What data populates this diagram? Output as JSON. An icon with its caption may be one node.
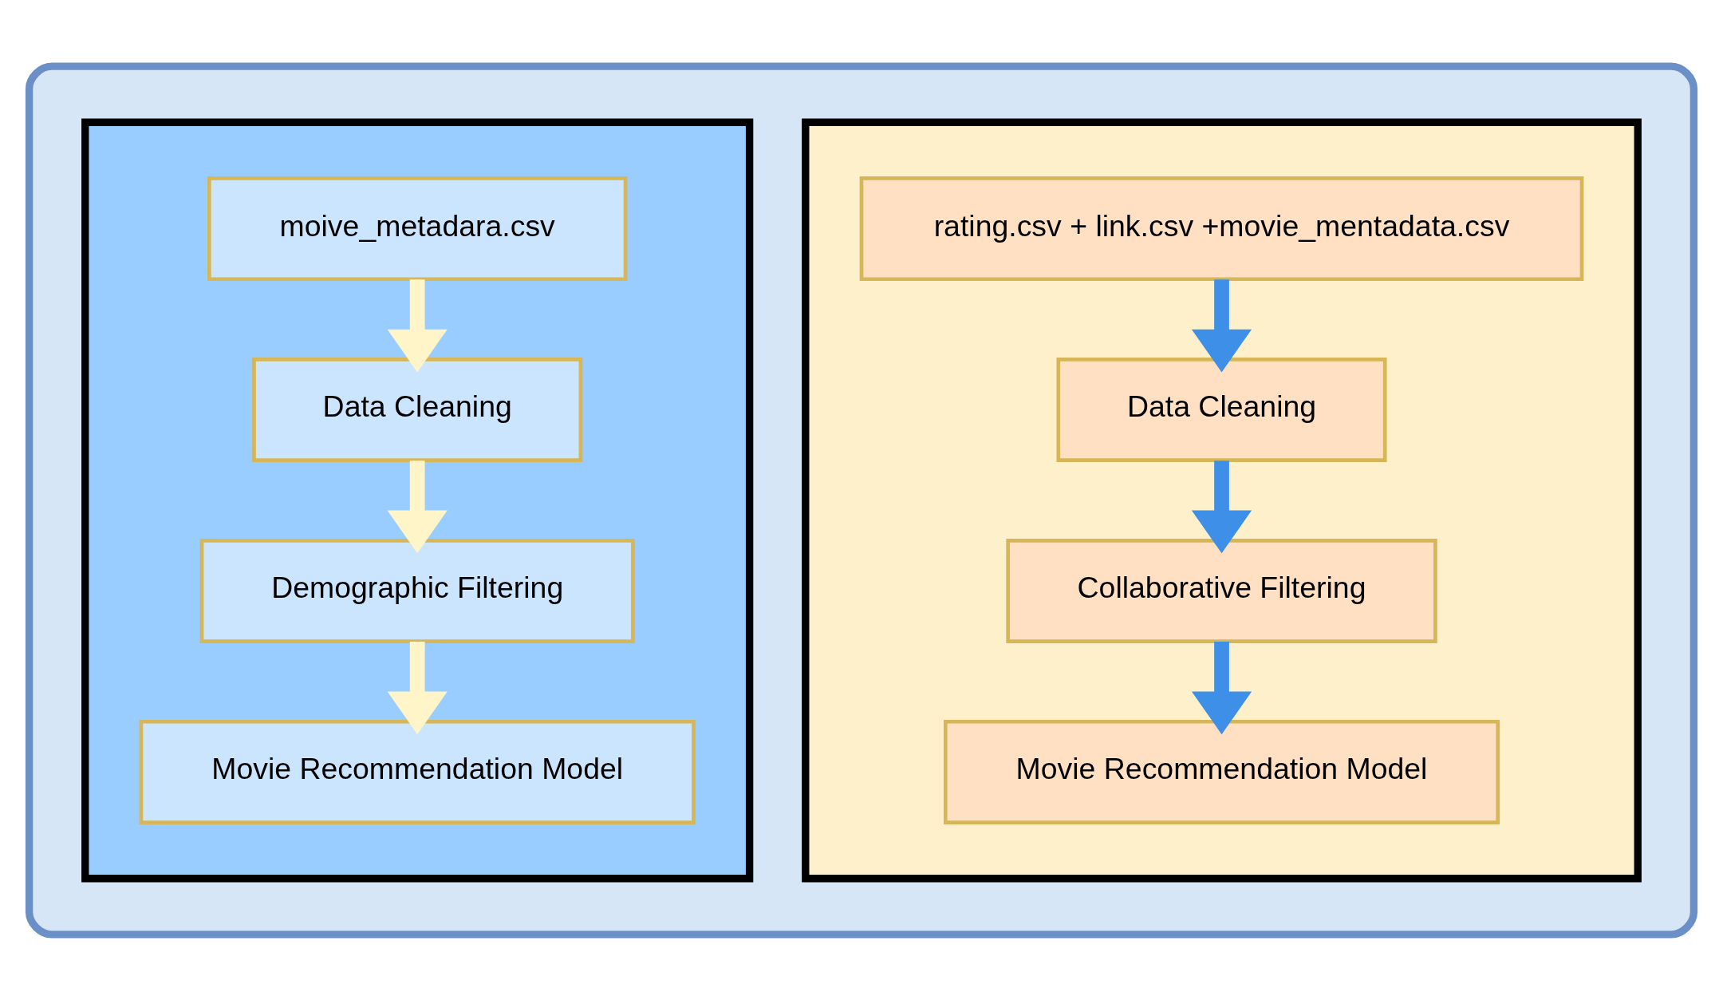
{
  "diagram": {
    "nodes": [
      {
        "text": [],
        "shape": "box"
      },
      {
        "text": [],
        "shape": "box",
        "in": 0
      },
      {
        "text": [
          "moive_metadara.csv"
        ],
        "in": 1
      },
      {
        "text": [
          "Data Cleaning"
        ],
        "in": 1
      },
      {
        "text": [
          "Demographic Filtering"
        ],
        "in": 1
      },
      {
        "text": [
          "Movie Recommendation Model"
        ],
        "in": 1
      },
      {
        "text": [],
        "shape": "box",
        "in": 0
      },
      {
        "text": [
          "rating.csv + link.csv +movie_mentadata.csv"
        ],
        "in": 6
      },
      {
        "text": [
          "Data Cleaning"
        ],
        "in": 6
      },
      {
        "text": [
          "Collaborative Filtering"
        ],
        "in": 6
      },
      {
        "text": [
          "Movie Recommendation Model"
        ],
        "in": 6
      }
    ],
    "edges": [
      {
        "from": 2,
        "to": 3,
        "arrow": "to",
        "color": "#fff5c8"
      },
      {
        "from": 3,
        "to": 4,
        "arrow": "to",
        "color": "#fff5c8"
      },
      {
        "from": 4,
        "to": 5,
        "arrow": "to",
        "color": "#fff5c8"
      },
      {
        "from": 7,
        "to": 8,
        "arrow": "to",
        "color": "#3d8fe8"
      },
      {
        "from": 8,
        "to": 9,
        "arrow": "to",
        "color": "#3d8fe8"
      },
      {
        "from": 9,
        "to": 10,
        "arrow": "to",
        "color": "#3d8fe8"
      }
    ]
  }
}
